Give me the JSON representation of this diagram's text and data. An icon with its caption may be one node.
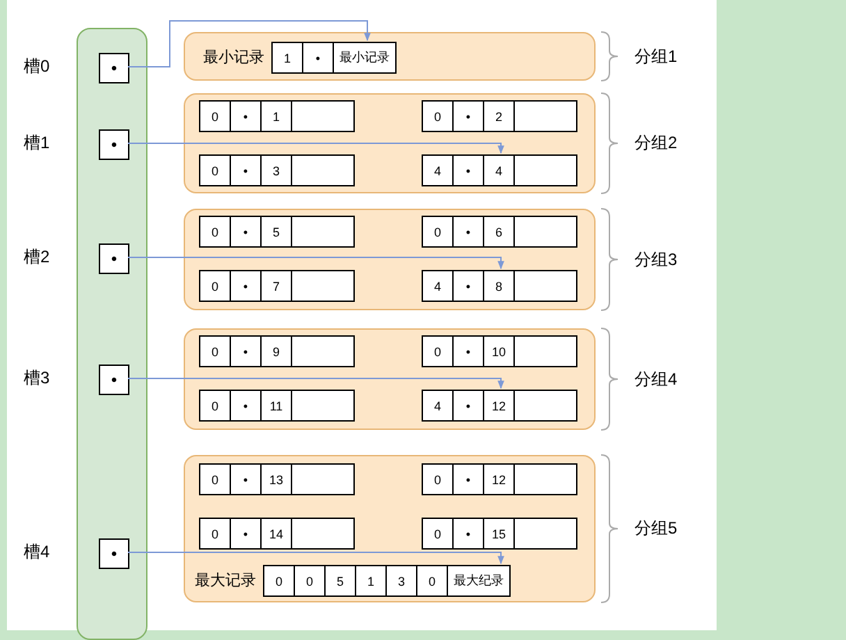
{
  "diagram": {
    "nodes": [
      {
        "text": [],
        "shape": "bar"
      },
      {
        "text": [
          "•"
        ],
        "in": 0,
        "beside": [
          "槽0"
        ]
      },
      {
        "text": [
          "•"
        ],
        "in": 0,
        "beside": [
          "槽1"
        ]
      },
      {
        "text": [
          "•"
        ],
        "in": 0,
        "beside": [
          "槽2"
        ]
      },
      {
        "text": [
          "•"
        ],
        "in": 0,
        "beside": [
          "槽3"
        ]
      },
      {
        "text": [
          "•"
        ],
        "in": 0,
        "beside": [
          "槽4"
        ]
      },
      {
        "text": [],
        "shape": "box",
        "beside": [
          "分组1"
        ]
      },
      {
        "text": [
          "1",
          "•",
          "最小记录"
        ],
        "in": 6,
        "beside": [
          "最小记录"
        ]
      },
      {
        "text": [],
        "shape": "box",
        "beside": [
          "分组2"
        ]
      },
      {
        "text": [
          "0",
          "•",
          "1"
        ],
        "in": 8
      },
      {
        "text": [
          "0",
          "•",
          "2"
        ],
        "in": 8
      },
      {
        "text": [
          "0",
          "•",
          "3"
        ],
        "in": 8
      },
      {
        "text": [
          "4",
          "•",
          "4"
        ],
        "in": 8
      },
      {
        "text": [],
        "shape": "box",
        "beside": [
          "分组3"
        ]
      },
      {
        "text": [
          "0",
          "•",
          "5"
        ],
        "in": 13
      },
      {
        "text": [
          "0",
          "•",
          "6"
        ],
        "in": 13
      },
      {
        "text": [
          "0",
          "•",
          "7"
        ],
        "in": 13
      },
      {
        "text": [
          "4",
          "•",
          "8"
        ],
        "in": 13
      },
      {
        "text": [],
        "shape": "box",
        "beside": [
          "分组4"
        ]
      },
      {
        "text": [
          "0",
          "•",
          "9"
        ],
        "in": 18
      },
      {
        "text": [
          "0",
          "•",
          "10"
        ],
        "in": 18
      },
      {
        "text": [
          "0",
          "•",
          "11"
        ],
        "in": 18
      },
      {
        "text": [
          "4",
          "•",
          "12"
        ],
        "in": 18
      },
      {
        "text": [],
        "shape": "box",
        "beside": [
          "分组5"
        ]
      },
      {
        "text": [
          "0",
          "•",
          "13"
        ],
        "in": 23
      },
      {
        "text": [
          "0",
          "•",
          "12"
        ],
        "in": 23
      },
      {
        "text": [
          "0",
          "•",
          "14"
        ],
        "in": 23
      },
      {
        "text": [
          "0",
          "•",
          "15"
        ],
        "in": 23
      },
      {
        "text": [
          "0",
          "0",
          "5",
          "1",
          "3",
          "0",
          "最大纪录"
        ],
        "in": 23,
        "beside": [
          "最大记录"
        ]
      }
    ],
    "edges": [
      {
        "from": 1,
        "to": 7,
        "arrow": "to"
      },
      {
        "from": 2,
        "to": 12,
        "arrow": "to"
      },
      {
        "from": 3,
        "to": 17,
        "arrow": "to"
      },
      {
        "from": 4,
        "to": 22,
        "arrow": "to"
      },
      {
        "from": 5,
        "to": 28,
        "arrow": "to"
      }
    ]
  }
}
